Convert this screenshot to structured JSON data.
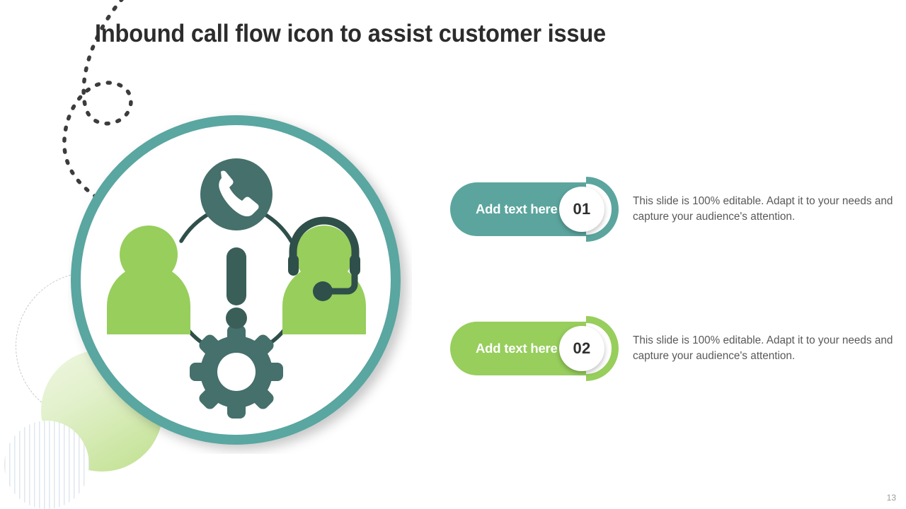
{
  "slide": {
    "title": "Inbound call flow icon to assist customer issue",
    "page_number": "13",
    "background_color": "#ffffff"
  },
  "colors": {
    "teal": "#5ba59e",
    "teal_dark": "#45706b",
    "teal_ring": "#5aa6a0",
    "green": "#97ce5c",
    "green_light": "#a5d269",
    "text_dark": "#2c2c2c",
    "text_body": "#595959",
    "badge_text": "#2f2f2f",
    "page_number": "#9b9b9b"
  },
  "illustration": {
    "name": "inbound-call-flow-icon",
    "outer_ring_color": "#5aa6a0",
    "inner_fill": "#ffffff",
    "nodes": [
      {
        "icon": "phone-handset-icon",
        "position": "top",
        "fill": "#45706b",
        "glyph_color": "#ffffff"
      },
      {
        "icon": "person-icon",
        "position": "left",
        "fill": "#97ce5c"
      },
      {
        "icon": "person-with-headset-icon",
        "position": "right",
        "fill": "#97ce5c",
        "headset_color": "#2f4f4a"
      },
      {
        "icon": "gear-icon",
        "position": "bottom",
        "fill": "#45706b"
      },
      {
        "icon": "exclamation-mark-icon",
        "position": "center",
        "fill": "#3a5f59"
      }
    ],
    "connector_color": "#2f4f4a"
  },
  "decorations": [
    {
      "name": "dashed-squiggle-loop",
      "color": "#3c3c3c",
      "position": "top-left"
    },
    {
      "name": "dashed-outline-circle",
      "color": "#c9c9c9",
      "position": "bottom-left"
    },
    {
      "name": "green-gradient-circle",
      "color": "#bfe08d",
      "position": "bottom-left"
    },
    {
      "name": "striped-circle",
      "color": "#dfe7ef",
      "position": "bottom-left"
    }
  ],
  "rows": [
    {
      "label": "Add text here",
      "number": "01",
      "color": "#5ba59e",
      "ring_color": "#5aa6a0",
      "description": "This slide is 100% editable. Adapt it to your needs and capture your audience's attention."
    },
    {
      "label": "Add text here",
      "number": "02",
      "color": "#97ce5c",
      "ring_color": "#a5d269",
      "description": "This slide is 100% editable. Adapt it to your needs and capture your audience's attention."
    }
  ]
}
